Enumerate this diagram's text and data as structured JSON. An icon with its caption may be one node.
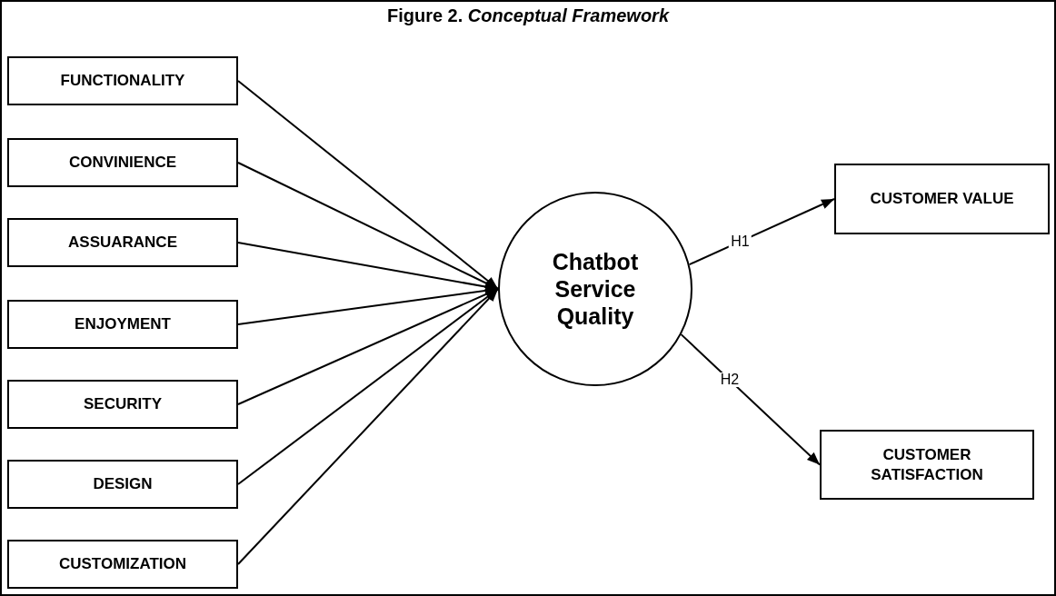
{
  "diagram": {
    "title": "Figure 2. *Conceptual Framework*",
    "nodes": [
      {
        "text": [
          "FUNCTIONALITY"
        ]
      },
      {
        "text": [
          "CONVINIENCE"
        ]
      },
      {
        "text": [
          "ASSUARANCE"
        ]
      },
      {
        "text": [
          "ENJOYMENT"
        ]
      },
      {
        "text": [
          "SECURITY"
        ]
      },
      {
        "text": [
          "DESIGN"
        ]
      },
      {
        "text": [
          "CUSTOMIZATION"
        ]
      },
      {
        "text": [
          "Chatbot Service Quality"
        ]
      },
      {
        "text": [
          "CUSTOMER VALUE"
        ]
      },
      {
        "text": [
          "CUSTOMER SATISFACTION"
        ]
      }
    ],
    "edges": [
      {
        "from": 0,
        "to": 7,
        "arrow": "to"
      },
      {
        "from": 1,
        "to": 7,
        "arrow": "to"
      },
      {
        "from": 2,
        "to": 7,
        "arrow": "to"
      },
      {
        "from": 3,
        "to": 7,
        "arrow": "to"
      },
      {
        "from": 4,
        "to": 7,
        "arrow": "to"
      },
      {
        "from": 5,
        "to": 7,
        "arrow": "to"
      },
      {
        "from": 6,
        "to": 7,
        "arrow": "to"
      },
      {
        "from": 7,
        "to": 8,
        "label": "H1",
        "arrow": "to"
      },
      {
        "from": 7,
        "to": 9,
        "label": "H2",
        "arrow": "to"
      }
    ]
  }
}
